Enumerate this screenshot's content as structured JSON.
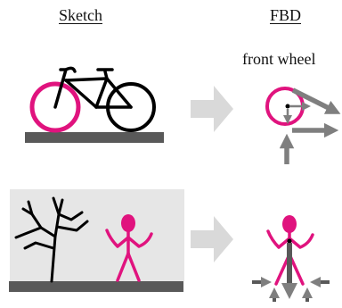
{
  "headers": {
    "sketch": "Sketch",
    "fbd": "FBD"
  },
  "labels": {
    "front_wheel": "front wheel"
  },
  "colors": {
    "magenta": "#e0137e",
    "black": "#000000",
    "ground": "#595959",
    "arrow_gray": "#7f7f7f",
    "light_arrow": "#d9d9d9",
    "panel_bg": "#e6e6e6"
  },
  "icons": [
    "bicycle-sketch",
    "tree-sketch",
    "stick-figure-sketch",
    "transition-arrow",
    "force-arrow"
  ]
}
